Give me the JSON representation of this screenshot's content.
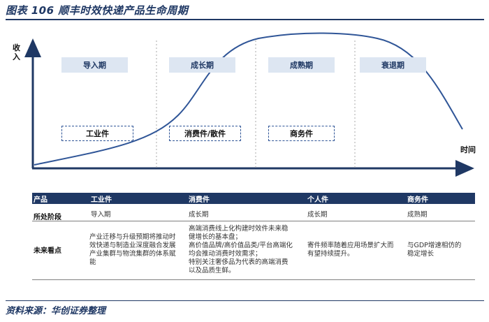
{
  "header": {
    "title": "图表 106   顺丰时效快递产品生命周期"
  },
  "diagram": {
    "y_axis_label": "收入",
    "x_axis_label": "时间",
    "stages": [
      "导入期",
      "成长期",
      "成熟期",
      "衰退期"
    ],
    "products": [
      "工业件",
      "消费件/散件",
      "商务件"
    ],
    "colors": {
      "navy": "#1f3864",
      "stage_fill": "#dde6f2",
      "curve": "#2f5597",
      "dashed": "#aaaaaa"
    }
  },
  "table": {
    "columns": [
      "产品",
      "工业件",
      "消费件",
      "个人件",
      "商务件"
    ],
    "stage_row": {
      "label": "所处阶段",
      "values": [
        "导入期",
        "成长期",
        "成长期",
        "成熟期"
      ]
    },
    "outlook_row": {
      "label": "未来看点",
      "values": [
        [
          "产业迁移与升级预期将推动时",
          "效快递与制造业深度融合发展",
          "产业集群与物流集群的体系赋",
          "能"
        ],
        [
          "高端消费线上化构建时效件未来稳",
          "健增长的基本盘；",
          "高价值品牌/高价值品类/平台高端化",
          "均会推动消费时效需求；",
          "特别关注奢侈品为代表的高端消费",
          "以及品质生鲜。"
        ],
        [
          "寄件频率随着应用场景扩大而",
          "有望持续提升。"
        ],
        [
          "与GDP增速相仿的",
          "稳定增长"
        ]
      ]
    }
  },
  "footer": {
    "source": "资料来源：华创证券整理"
  }
}
